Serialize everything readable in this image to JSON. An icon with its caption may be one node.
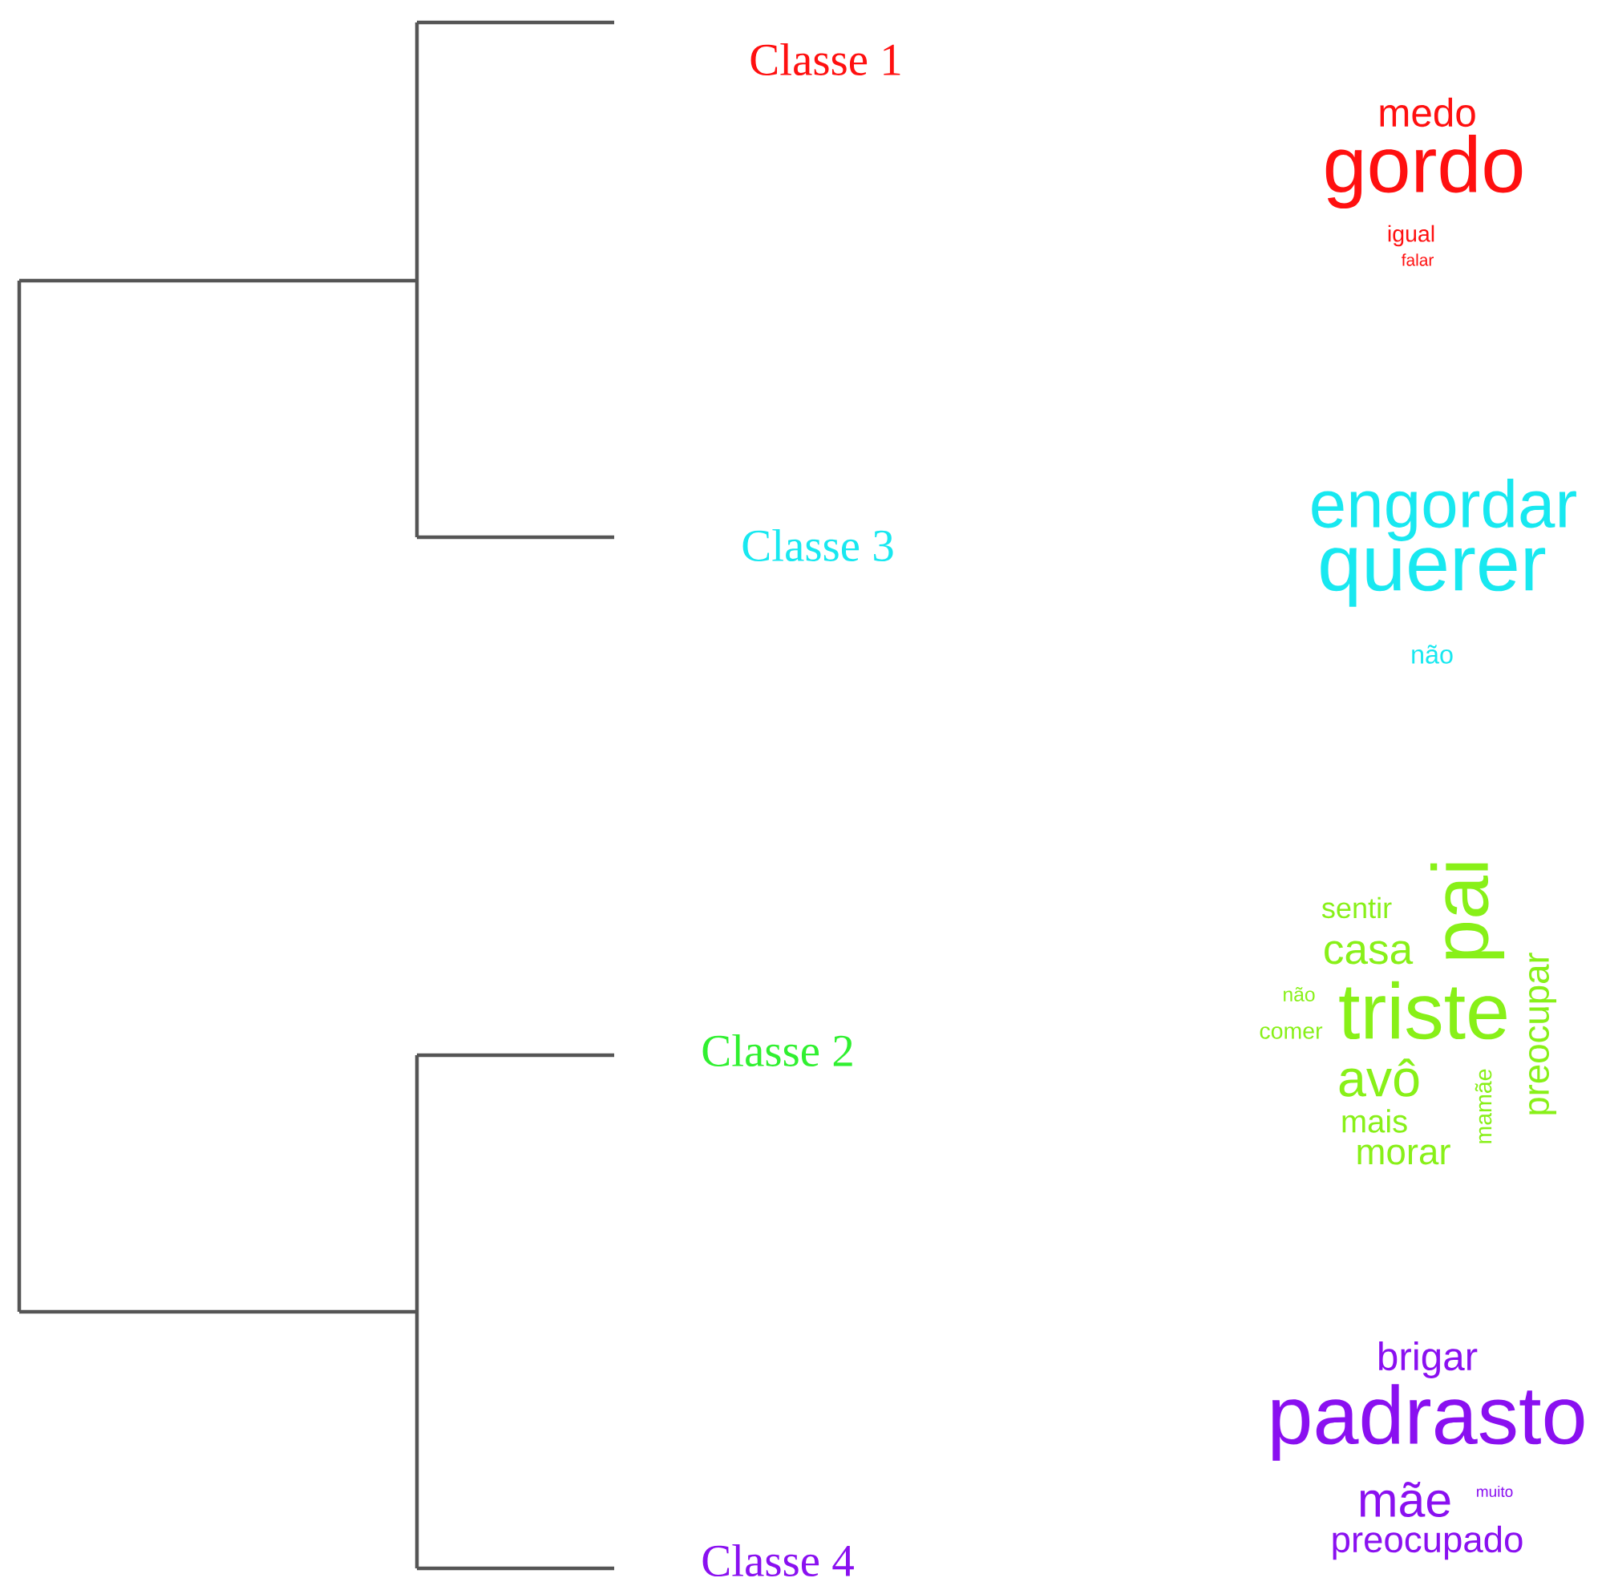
{
  "diagram": {
    "labels": [
      "Classe 1",
      "medo",
      "gordo",
      "igual",
      "falar",
      "Classe 3",
      "engordar",
      "querer",
      "não",
      "Classe 2",
      "pai",
      "sentir",
      "casa",
      "não",
      "triste",
      "comer",
      "avô",
      "mais",
      "mamãe",
      "preocupar",
      "morar",
      "Classe 4",
      "brigar",
      "padrasto",
      "mãe",
      "muito",
      "preocupado"
    ]
  }
}
